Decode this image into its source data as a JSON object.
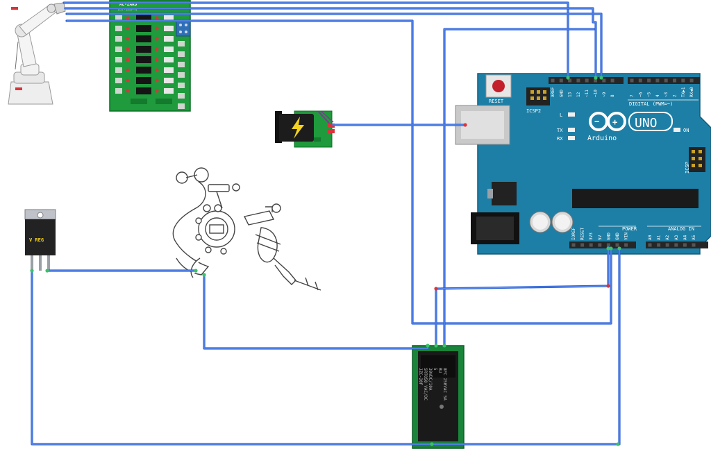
{
  "colors": {
    "wire": "#2b62d6",
    "arduino": "#1e7fa6",
    "arduino_header": "#262626",
    "pcb_green": "#1f9a3c",
    "relay_green": "#19843a",
    "pin_red": "#d9343b",
    "pin_green": "#3bc16a"
  },
  "relay_board": {
    "brand": "AL-ZARD",
    "model": "DST-1R8P-N"
  },
  "power_jack": {
    "icon": "lightning-bolt-icon"
  },
  "regulator": {
    "label": "V REG"
  },
  "tattoo_machine": {
    "icon": "tattoo-machine-icon"
  },
  "robot_arm": {
    "icon": "robot-arm-icon"
  },
  "relay_module": {
    "lines": [
      "JZC-20F",
      "SRT050 VAC/DC",
      "30VDC/10A",
      "5",
      "RU",
      "8FC 250VAC 5A"
    ]
  },
  "arduino": {
    "reset_label": "RESET",
    "icsp2_label": "ICSP2",
    "icsp_label": "ICSP",
    "l_label": "L",
    "tx_label": "TX",
    "rx_label": "RX",
    "on_label": "ON",
    "uno_label": "UNO",
    "brand_label": "Arduino",
    "digital_label": "DIGITAL (PWM=~)",
    "power_label": "POWER",
    "analog_label": "ANALOG IN",
    "digital_pins": [
      "AREF",
      "GND",
      "13",
      "12",
      "~11",
      "~10",
      "~9",
      "8",
      "7",
      "~6",
      "~5",
      "4",
      "~3",
      "2",
      "TX▶1",
      "RX◀0"
    ],
    "power_pins": [
      "IOREF",
      "RESET",
      "3V3",
      "5V",
      "GND",
      "GND",
      "VIN"
    ],
    "analog_pins": [
      "A0",
      "A1",
      "A2",
      "A3",
      "A4",
      "A5"
    ]
  }
}
